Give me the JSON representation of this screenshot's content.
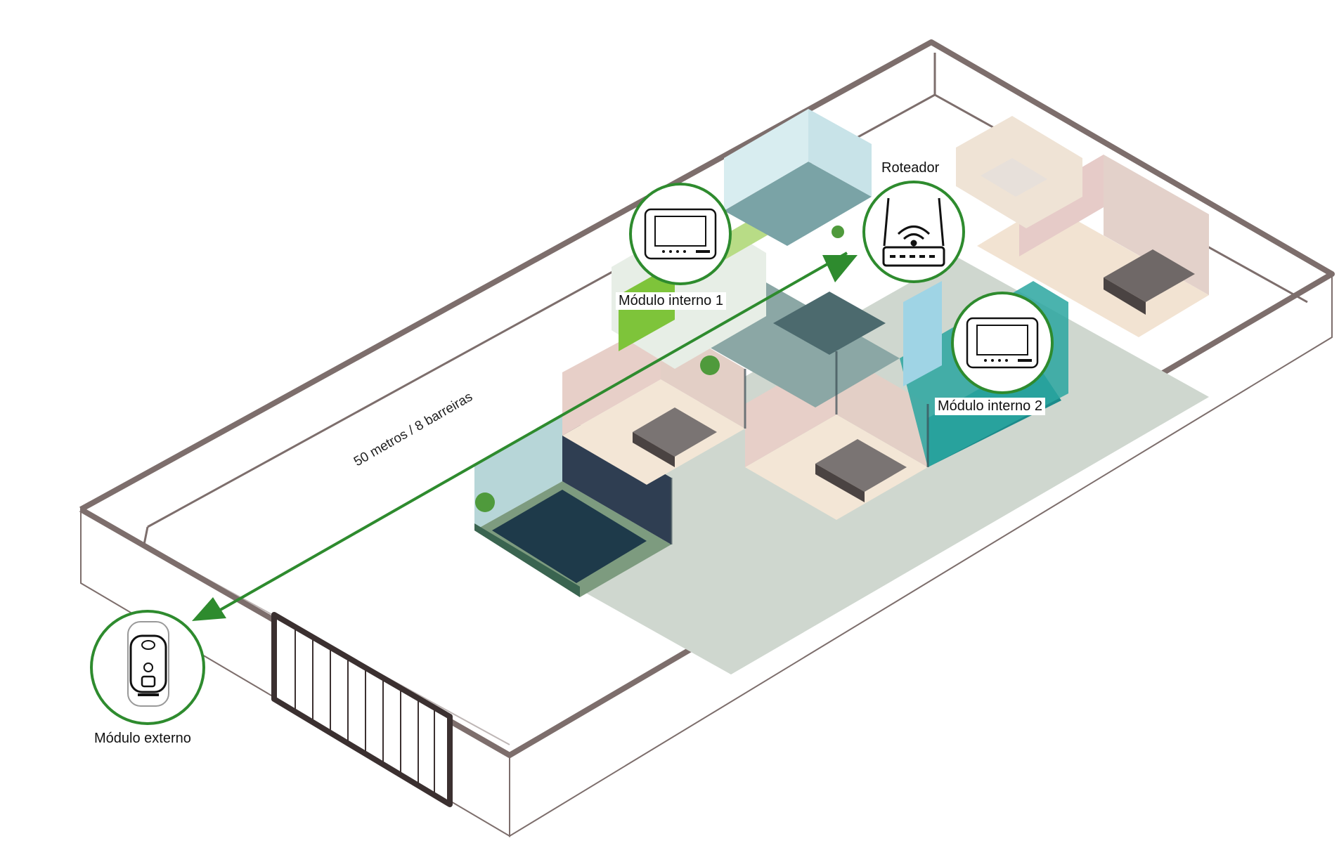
{
  "labels": {
    "router": "Roteador",
    "internal_module_1": "Módulo interno 1",
    "internal_module_2": "Módulo interno 2",
    "external_module": "Módulo externo",
    "distance": "50 metros / 8 barreiras"
  },
  "icons": {
    "router": "wifi-router-icon",
    "internal_monitor": "video-monitor-icon",
    "external_module": "door-station-icon"
  },
  "colors": {
    "link_line": "#2e8b2e",
    "badge_ring": "#2e8b2e",
    "wall": "#7d6e6c",
    "gate": "#3b3030"
  }
}
